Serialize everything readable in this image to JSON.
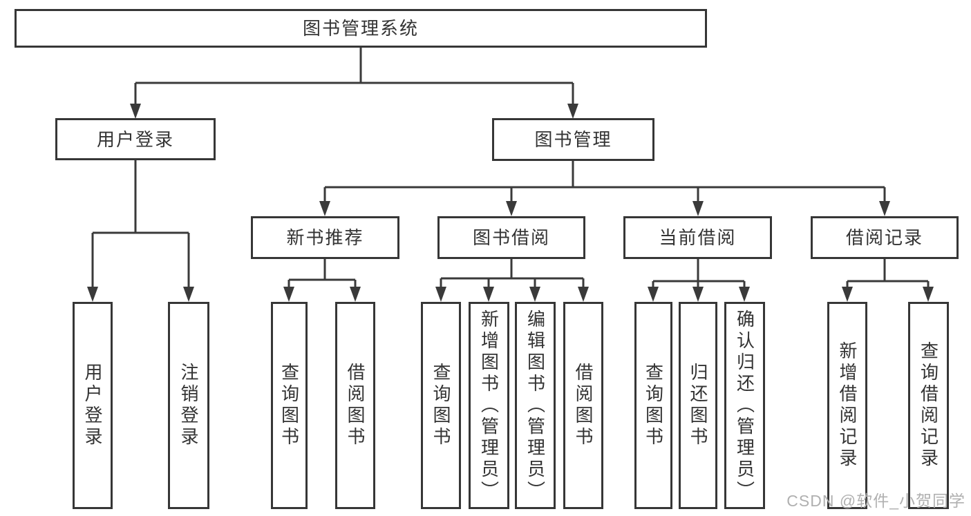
{
  "diagram": {
    "type": "hierarchy-tree",
    "colors": {
      "line": "#3a3a3a",
      "box_border": "#363636",
      "box_fill": "#ffffff",
      "text": "#333333",
      "watermark": "#b0b0b0",
      "background": "#ffffff"
    },
    "nodes": {
      "root": "图书管理系统",
      "l2_user_login": "用户登录",
      "l2_book_mgmt": "图书管理",
      "l3_new_book_rec": "新书推荐",
      "l3_book_borrow": "图书借阅",
      "l3_current_borrow": "当前借阅",
      "l3_borrow_record": "借阅记录",
      "leaf_user_login": "用户登录",
      "leaf_logout": "注销登录",
      "leaf_nbr_query_book": "查询图书",
      "leaf_nbr_borrow_book": "借阅图书",
      "leaf_bb_query_book": "查询图书",
      "leaf_bb_add_book": "新增图书（管理员）",
      "leaf_bb_edit_book": "编辑图书（管理员）",
      "leaf_bb_borrow_book": "借阅图书",
      "leaf_cb_query_book": "查询图书",
      "leaf_cb_return_book": "归还图书",
      "leaf_cb_confirm_return": "确认归还（管理员）",
      "leaf_br_add_record": "新增借阅记录",
      "leaf_br_query_record": "查询借阅记录"
    },
    "structure": {
      "图书管理系统": [
        "用户登录",
        "图书管理"
      ],
      "用户登录": [
        "用户登录",
        "注销登录"
      ],
      "图书管理": [
        "新书推荐",
        "图书借阅",
        "当前借阅",
        "借阅记录"
      ],
      "新书推荐": [
        "查询图书",
        "借阅图书"
      ],
      "图书借阅": [
        "查询图书",
        "新增图书（管理员）",
        "编辑图书（管理员）",
        "借阅图书"
      ],
      "当前借阅": [
        "查询图书",
        "归还图书",
        "确认归还（管理员）"
      ],
      "借阅记录": [
        "新增借阅记录",
        "查询借阅记录"
      ]
    }
  },
  "watermark": {
    "text": "CSDN @软件_小贺同学"
  }
}
